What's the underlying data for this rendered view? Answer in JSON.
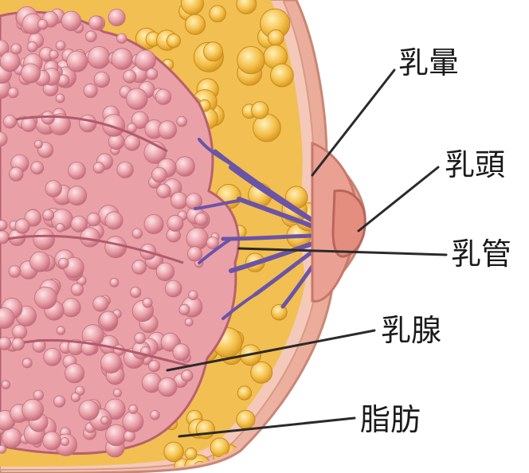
{
  "labels": {
    "areola": "乳暈",
    "nipple": "乳頭",
    "duct": "乳管",
    "gland": "乳腺",
    "fat": "脂肪"
  },
  "colors": {
    "skin": "#f2c2b3",
    "skin_edge": "#d89884",
    "fat": "#f3c45a",
    "gland": "#e89aa0",
    "duct": "#6a54a8",
    "label": "#1a1a1a"
  }
}
